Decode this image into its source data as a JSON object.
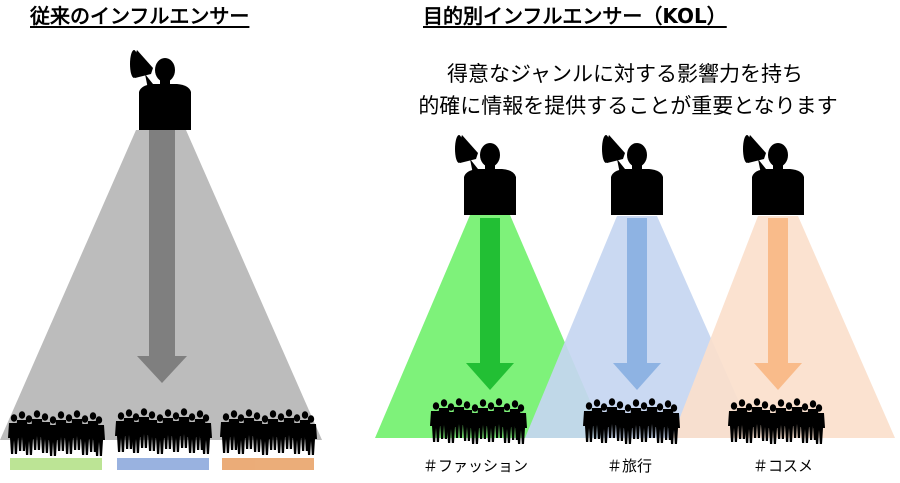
{
  "left": {
    "title": "従来のインフルエンサー"
  },
  "right": {
    "title": "目的別インフルエンサー（KOL）",
    "description": [
      "得意なジャンルに対する影響力を持ち",
      "的確に情報を提供することが重要となります"
    ],
    "tags": [
      "＃ファッション",
      "＃旅行",
      "＃コスメ"
    ]
  },
  "colors": {
    "traditional_cone": "#bcbcbc",
    "traditional_arrow": "#7f7f7f",
    "fashion_cone": "#7ef27a",
    "fashion_arrow": "#22bf34",
    "travel_cone": "#c5d6f1",
    "travel_arrow": "#8eb3e3",
    "cosme_cone": "#fbe0cc",
    "cosme_arrow": "#f9bb8a",
    "crowd_green_reflection": "#b5e28a",
    "crowd_blue_reflection": "#8faadd",
    "crowd_orange_reflection": "#e9a46a"
  },
  "icons": [
    "megaphone-speaker-icon",
    "crowd-silhouette-icon",
    "down-arrow-icon"
  ]
}
